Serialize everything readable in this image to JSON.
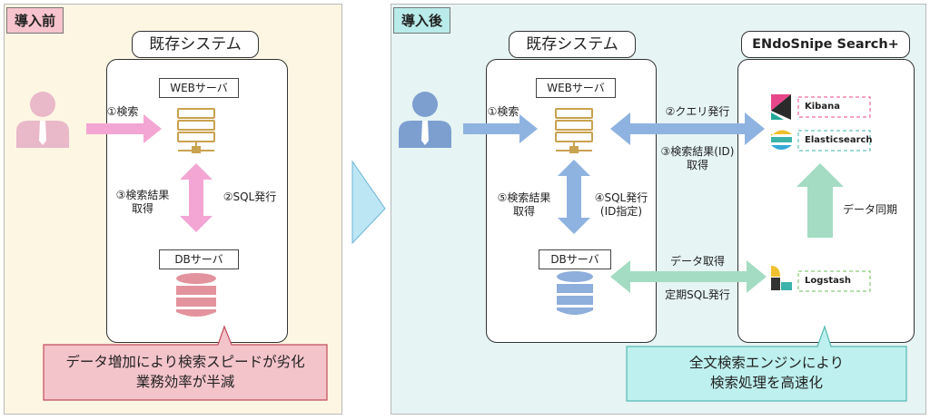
{
  "before": {
    "tag": "導入前",
    "system_title": "既存システム",
    "web_server": "WEBサーバ",
    "db_server": "DBサーバ",
    "step_search": "①検索",
    "step_sql": "②SQL発行",
    "step_result_1": "③検索結果",
    "step_result_2": "取得",
    "problem_line1": "データ増加により検索スピードが劣化",
    "problem_line2": "業務効率が半減"
  },
  "after": {
    "tag": "導入後",
    "system_title": "既存システム",
    "product_title": "ENdoSnipe Search+",
    "web_server": "WEBサーバ",
    "db_server": "DBサーバ",
    "step_search": "①検索",
    "step_query": "②クエリ発行",
    "step_result_id_1": "③検索結果(ID)",
    "step_result_id_2": "取得",
    "step_sql_1": "④SQL発行",
    "step_sql_2": "(ID指定)",
    "step_result_1": "⑤検索結果",
    "step_result_2": "取得",
    "data_fetch": "データ取得",
    "periodic_sql": "定期SQL発行",
    "data_sync": "データ同期",
    "tools": [
      "Kibana",
      "Elasticsearch",
      "Logstash"
    ],
    "benefit_line1": "全文検索エンジンにより",
    "benefit_line2": "検索処理を高速化"
  },
  "colors": {
    "before_bg": "#fdf6e3",
    "after_bg": "#e6f4f4",
    "pink_arrow": "#f3a6d3",
    "blue_arrow": "#8eb3e0",
    "green_arrow": "#a3dcc2",
    "server_gold": "#c9a24f",
    "db_pink": "#e3939d",
    "db_blue": "#8eaedc",
    "person_pink": "#e9b8c9",
    "person_blue": "#7d9fcf"
  }
}
